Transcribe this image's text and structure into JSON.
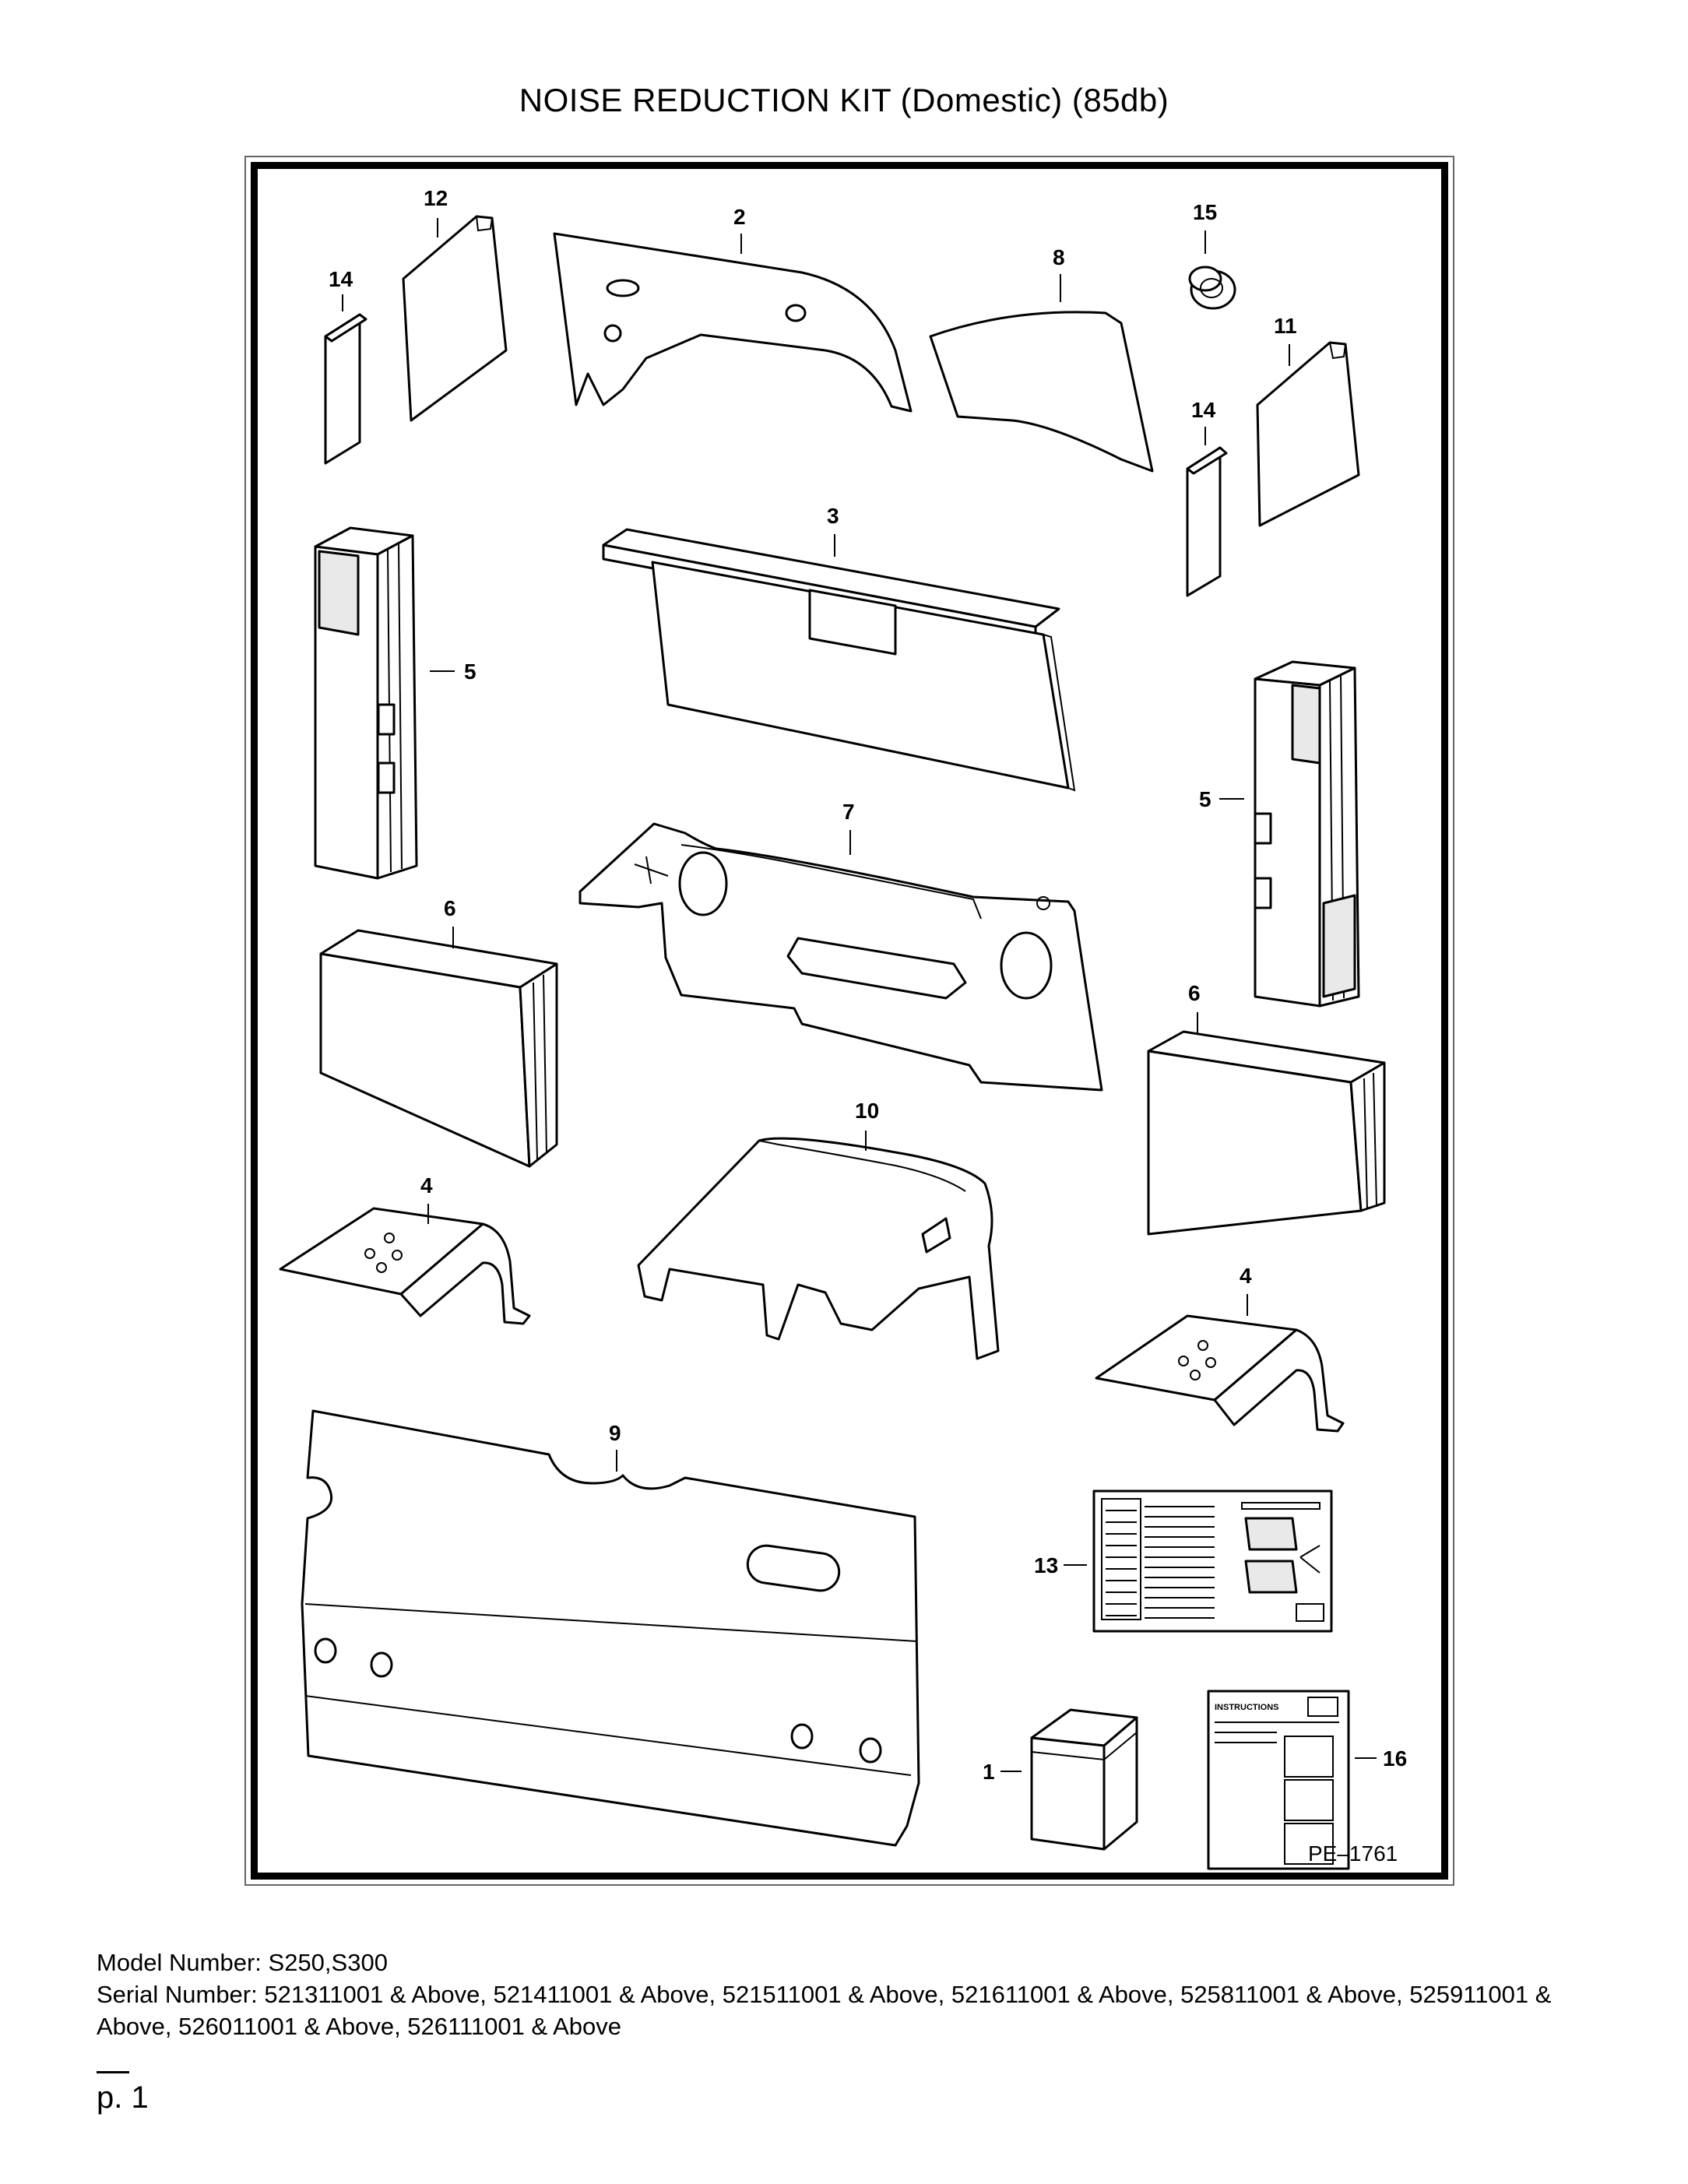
{
  "title": "NOISE REDUCTION KIT (Domestic) (85db)",
  "figure_code": "PE–1761",
  "callouts": [
    {
      "id": "12",
      "label": "12"
    },
    {
      "id": "2",
      "label": "2"
    },
    {
      "id": "8",
      "label": "8"
    },
    {
      "id": "15",
      "label": "15"
    },
    {
      "id": "14a",
      "label": "14"
    },
    {
      "id": "11",
      "label": "11"
    },
    {
      "id": "14b",
      "label": "14"
    },
    {
      "id": "3",
      "label": "3"
    },
    {
      "id": "5a",
      "label": "5"
    },
    {
      "id": "5b",
      "label": "5"
    },
    {
      "id": "7",
      "label": "7"
    },
    {
      "id": "6a",
      "label": "6"
    },
    {
      "id": "6b",
      "label": "6"
    },
    {
      "id": "10",
      "label": "10"
    },
    {
      "id": "4a",
      "label": "4"
    },
    {
      "id": "4b",
      "label": "4"
    },
    {
      "id": "9",
      "label": "9"
    },
    {
      "id": "13",
      "label": "13"
    },
    {
      "id": "1",
      "label": "1"
    },
    {
      "id": "16",
      "label": "16"
    }
  ],
  "instructions_sheet_heading": "INSTRUCTIONS",
  "model_line": "Model Number: S250,S300",
  "serial_line": "Serial Number: 521311001 & Above, 521411001 & Above, 521511001 & Above, 521611001 & Above, 525811001 & Above, 525911001 & Above, 526011001 & Above, 526111001 & Above",
  "page_label": "p. 1"
}
